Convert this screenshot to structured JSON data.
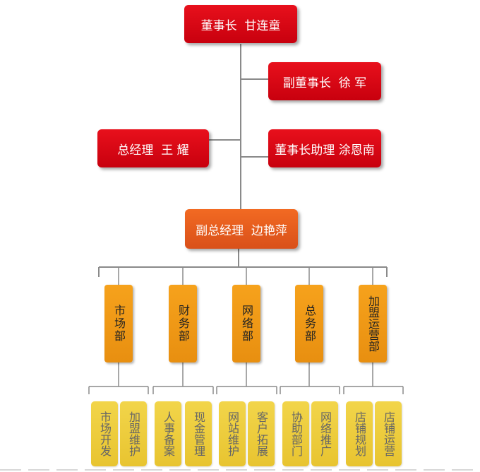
{
  "leadership": {
    "chairman": "董事长  甘连童",
    "vice_chairman": "副董事长  徐 军",
    "general_manager": "总经理  王 耀",
    "chairman_assistant": "董事长助理 涂恩南",
    "deputy_gm": "副总经理  边艳萍"
  },
  "departments": [
    {
      "name": "市场部",
      "subs": [
        "市场开发",
        "加盟维护"
      ]
    },
    {
      "name": "财务部",
      "subs": [
        "人事备案",
        "现金管理"
      ]
    },
    {
      "name": "网络部",
      "subs": [
        "网站维护",
        "客户拓展"
      ]
    },
    {
      "name": "总务部",
      "subs": [
        "协助部门",
        "网络推广"
      ]
    },
    {
      "name": "加盟运营部",
      "subs": [
        "店铺规划",
        "店铺运营"
      ]
    }
  ],
  "colors": {
    "red": "#d90a16",
    "orange": "#e55f1f",
    "dept": "#f09a16",
    "sub": "#ecd03c",
    "line": "#888888"
  }
}
